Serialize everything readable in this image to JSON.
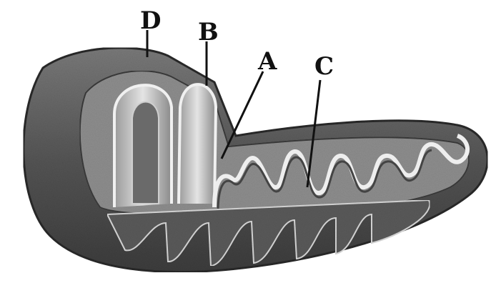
{
  "diagram": {
    "labels": {
      "A": "A",
      "B": "B",
      "C": "C",
      "D": "D"
    },
    "colors": {
      "outer_dark": "#3a3a3a",
      "outer_mid": "#6f6f6f",
      "matrix": "#8c8c8c",
      "cristae_light": "#d4d4d4",
      "cristae_edge": "#f2f2f2",
      "ink": "#111111"
    }
  }
}
